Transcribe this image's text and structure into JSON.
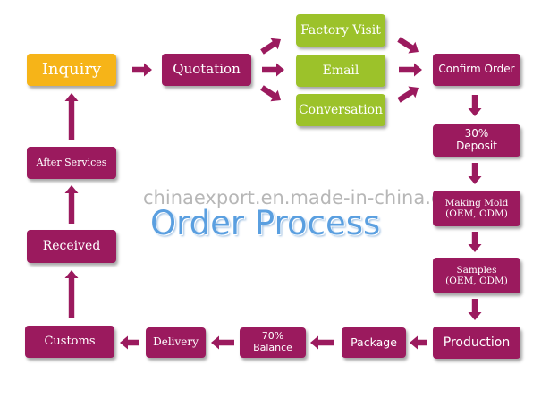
{
  "watermark": "chinaexport.en.made-in-china.com",
  "title": "Order Process",
  "steps": {
    "inquiry": "Inquiry",
    "quotation": "Quotation",
    "factory_visit": "Factory Visit",
    "email": "Email",
    "conversation": "Conversation",
    "confirm_order": "Confirm Order",
    "deposit": "30%\nDeposit",
    "making_mold": "Making Mold\n(OEM, ODM)",
    "samples": "Samples\n(OEM, ODM)",
    "production": "Production",
    "package": "Package",
    "balance": "70%\nBalance",
    "delivery": "Delivery",
    "customs": "Customs",
    "received": "Received",
    "after_services": "After Services"
  },
  "colors": {
    "primary_step": "#9b1a5e",
    "contact_step": "#9cc22a",
    "start_step": "#f6b418",
    "arrow": "#9b1a5e",
    "title": "#5a9fe0"
  }
}
